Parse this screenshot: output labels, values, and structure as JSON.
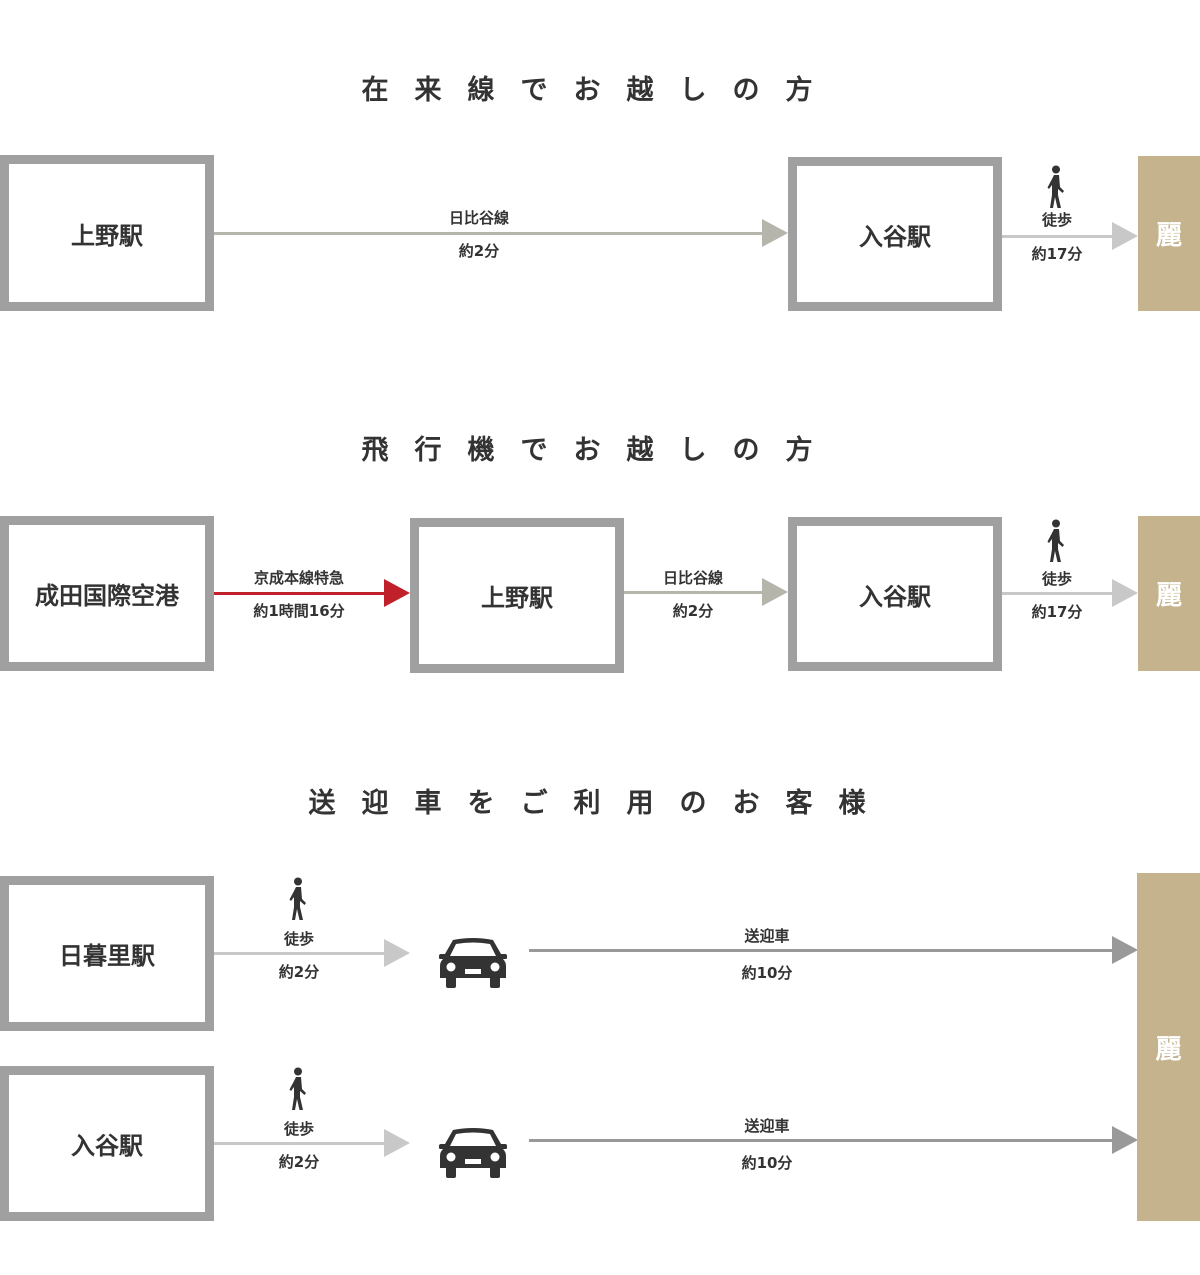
{
  "colors": {
    "box_border": "#a0a0a0",
    "goal_bg": "#c4b38d",
    "arrow_light": "#c8c8c8",
    "arrow_mid": "#b5b5ab",
    "arrow_dark": "#999999",
    "arrow_express": "#c0202a",
    "icon": "#333333"
  },
  "icons": {
    "walk": "walking-person-icon",
    "car": "car-icon"
  },
  "sec1": {
    "title": "在来線でお越しの方",
    "from": "上野駅",
    "line_label": "日比谷線",
    "line_time": "約2分",
    "mid": "入谷駅",
    "walk_label": "徒歩",
    "walk_time": "約17分",
    "goal": "麗"
  },
  "sec2": {
    "title": "飛行機でお越しの方",
    "from": "成田国際空港",
    "express_label": "京成本線特急",
    "express_time": "約1時間16分",
    "mid1": "上野駅",
    "line_label": "日比谷線",
    "line_time": "約2分",
    "mid2": "入谷駅",
    "walk_label": "徒歩",
    "walk_time": "約17分",
    "goal": "麗"
  },
  "sec3": {
    "title": "送迎車をご利用のお客様",
    "routes": [
      {
        "from": "日暮里駅",
        "walk_label": "徒歩",
        "walk_time": "約2分",
        "car_label": "送迎車",
        "car_time": "約10分"
      },
      {
        "from": "入谷駅",
        "walk_label": "徒歩",
        "walk_time": "約2分",
        "car_label": "送迎車",
        "car_time": "約10分"
      }
    ],
    "goal": "麗"
  }
}
